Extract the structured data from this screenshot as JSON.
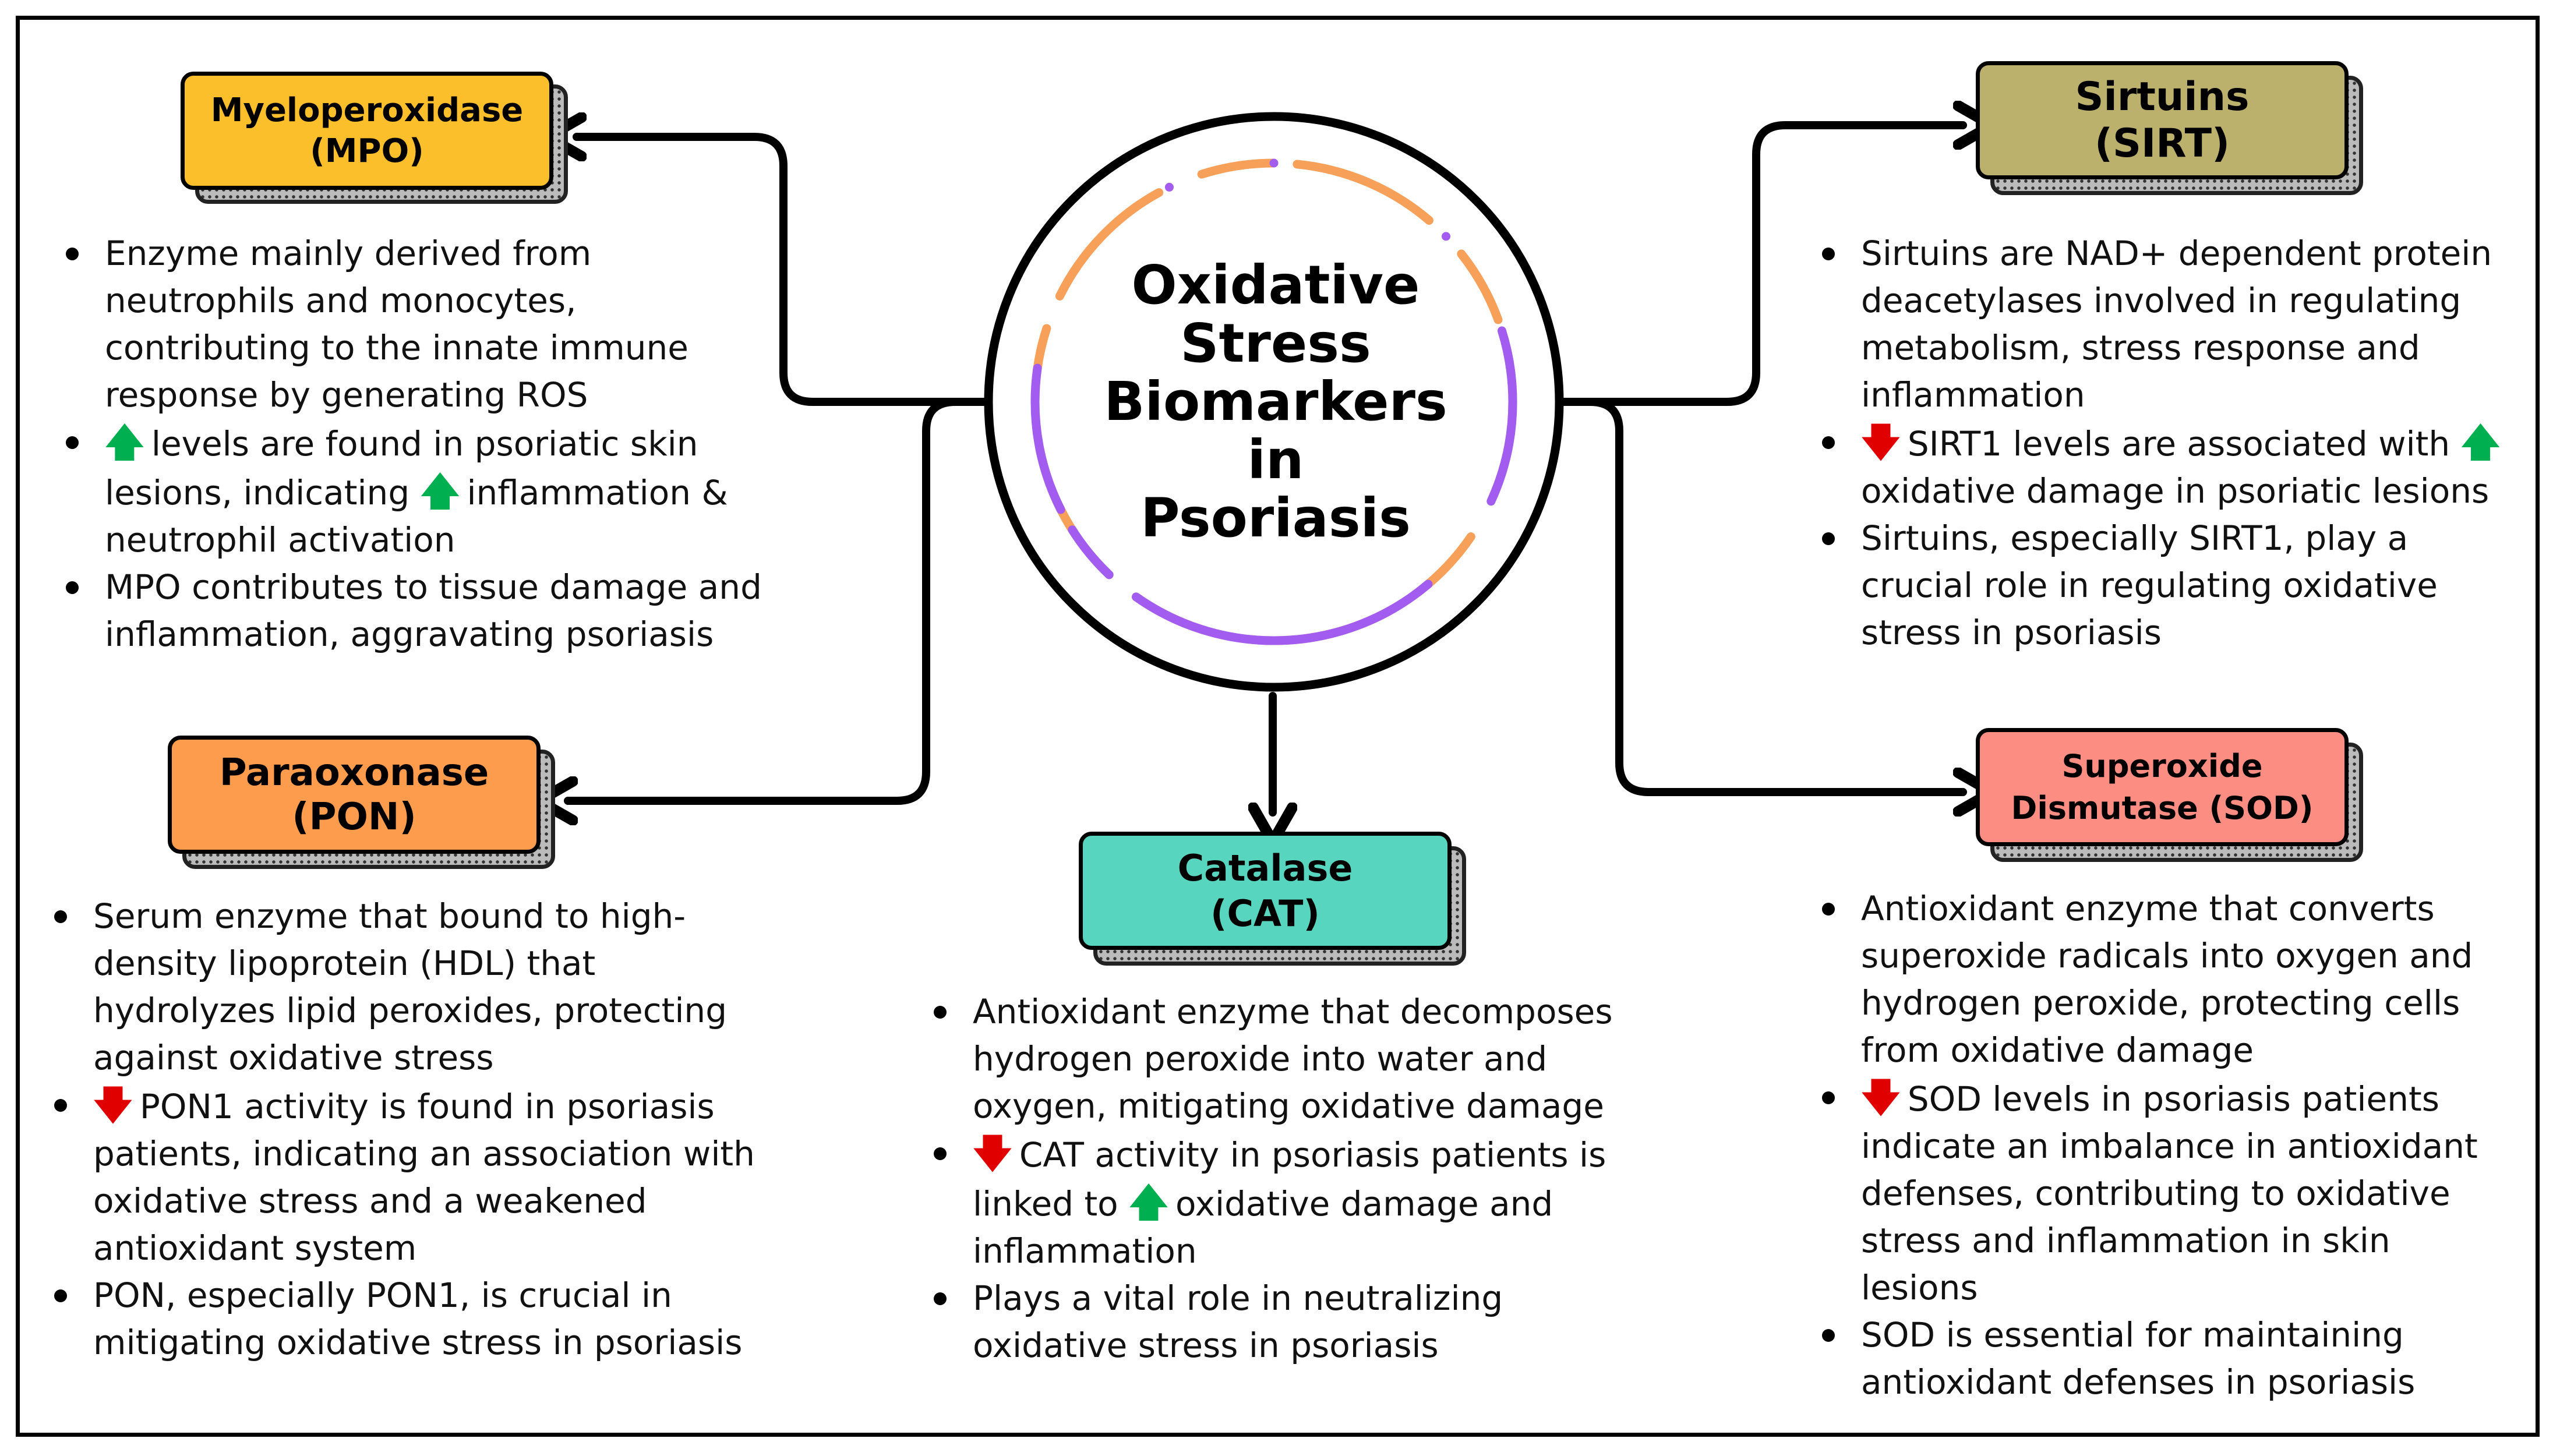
{
  "center": {
    "title_lines": [
      "Oxidative",
      "Stress",
      "Biomarkers",
      "in",
      "Psoriasis"
    ]
  },
  "colors": {
    "mpo": "#fbbf2c",
    "pon": "#fd9c4d",
    "cat": "#58d5bf",
    "sirt": "#bbb06c",
    "sod": "#fc8d83",
    "ring_orange": "#f6a05a",
    "ring_purple": "#a35cf0",
    "arrow_up": "#00b050",
    "arrow_down": "#e00000"
  },
  "mpo": {
    "title": "Myeloperoxidase\n(MPO)",
    "b1": "Enzyme mainly derived from neutrophils and monocytes, contributing to the innate immune response by generating ROS",
    "b2_part1": "levels are found in psoriatic skin lesions, indicating",
    "b2_part2": "inflammation & neutrophil activation",
    "b3": "MPO contributes to tissue damage and inflammation, aggravating psoriasis"
  },
  "pon": {
    "title": "Paraoxonase\n(PON)",
    "b1": "Serum enzyme that bound to high-density lipoprotein (HDL) that hydrolyzes lipid peroxides, protecting against oxidative stress",
    "b2": "PON1 activity is found in psoriasis patients, indicating an association with oxidative stress and a weakened antioxidant system",
    "b3": "PON, especially PON1, is crucial in mitigating oxidative stress in psoriasis"
  },
  "cat": {
    "title": "Catalase\n(CAT)",
    "b1": "Antioxidant enzyme that decomposes hydrogen peroxide into water and oxygen, mitigating oxidative damage",
    "b2_part1": "CAT activity in psoriasis patients is linked to",
    "b2_part2": "oxidative damage and inflammation",
    "b3": "Plays a vital role in neutralizing oxidative stress in psoriasis"
  },
  "sirt": {
    "title": "Sirtuins\n(SIRT)",
    "b1": "Sirtuins are NAD+ dependent protein deacetylases involved in regulating metabolism, stress response and inflammation",
    "b2_part1": "SIRT1 levels are associated with",
    "b2_part2": "oxidative damage in psoriatic lesions",
    "b3": "Sirtuins, especially SIRT1, play a crucial role in regulating oxidative stress in psoriasis"
  },
  "sod": {
    "title": "Superoxide\nDismutase (SOD)",
    "b1": "Antioxidant enzyme that converts superoxide radicals into oxygen and hydrogen peroxide, protecting cells from oxidative damage",
    "b2": "SOD levels in psoriasis patients indicate an imbalance in antioxidant defenses, contributing to oxidative stress and inflammation in skin lesions",
    "b3": "SOD is essential for maintaining antioxidant defenses in psoriasis"
  },
  "arrows": {
    "up": "🡅",
    "down": "🡇"
  }
}
